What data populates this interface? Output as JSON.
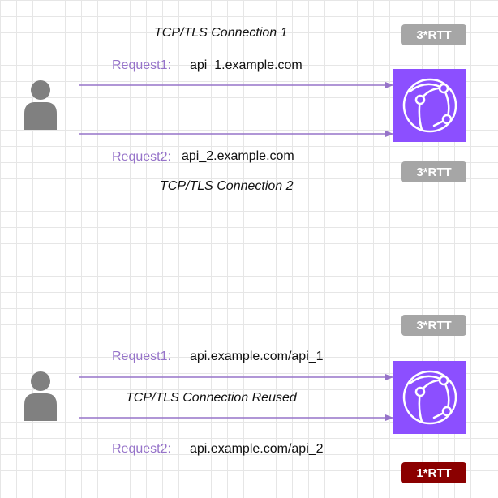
{
  "top": {
    "connection_label": "TCP/TLS Connection 1",
    "connection2_label": "TCP/TLS Connection 2",
    "badge1": "3*RTT",
    "badge2": "3*RTT",
    "request1_label": "Request1:",
    "request1_value": "api_1.example.com",
    "request2_label": "Request2:",
    "request2_value": "api_2.example.com"
  },
  "bottom": {
    "connection_label": "TCP/TLS Connection Reused",
    "badge1": "3*RTT",
    "badge2": "1*RTT",
    "request1_label": "Request1:",
    "request1_value": "api.example.com/api_1",
    "request2_label": "Request2:",
    "request2_value": "api.example.com/api_2"
  },
  "colors": {
    "arrow": "#9673c9",
    "badge_gray": "#a6a6a6",
    "badge_red": "#8b0000",
    "cdn_bg": "#8c4fff",
    "user": "#808080"
  },
  "icons": {
    "client": "user-icon",
    "server": "cloudfront-icon"
  }
}
